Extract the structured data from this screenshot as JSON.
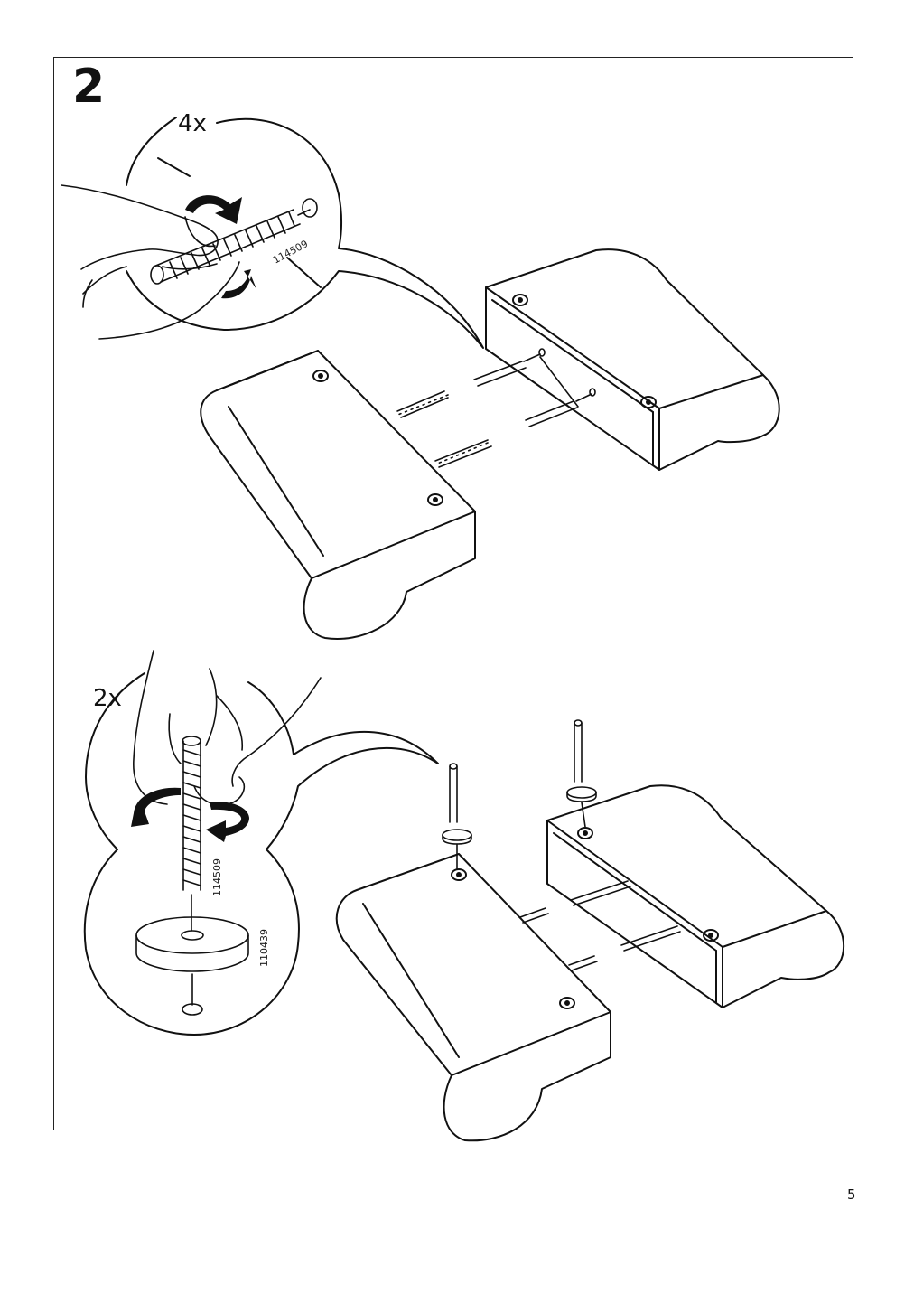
{
  "step": {
    "number": "2"
  },
  "top_detail": {
    "quantity": "4x",
    "part_number": "114509"
  },
  "bottom_detail": {
    "quantity": "2x",
    "part_number_bolt": "114509",
    "part_number_washer": "110439"
  },
  "footer": {
    "page_number": "5"
  }
}
